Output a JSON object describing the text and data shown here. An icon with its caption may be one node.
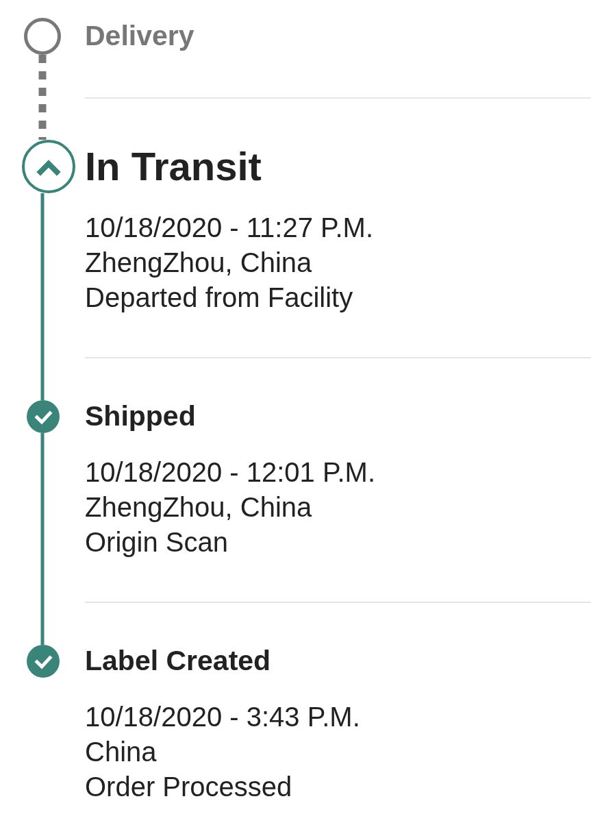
{
  "diagram": {
    "nodes": [
      {
        "text": [
          "Delivery"
        ]
      },
      {
        "text": [
          "In Transit"
        ],
        "beside": [
          "10/18/2020 - 11:27 P.M.",
          "ZhengZhou, China",
          "Departed from Facility"
        ]
      },
      {
        "text": [
          "Shipped"
        ],
        "beside": [
          "10/18/2020 - 12:01 P.M.",
          "ZhengZhou, China",
          "Origin Scan"
        ]
      },
      {
        "text": [
          "Label Created"
        ],
        "beside": [
          "10/18/2020 - 3:43 P.M.",
          "China",
          "Order Processed"
        ]
      }
    ],
    "edges": [
      {
        "from": 0,
        "to": 1,
        "arrow": "none",
        "style": "dashed",
        "color": "#787878"
      },
      {
        "from": 1,
        "to": 2,
        "arrow": "none"
      },
      {
        "from": 2,
        "to": 3,
        "arrow": "none"
      }
    ]
  }
}
